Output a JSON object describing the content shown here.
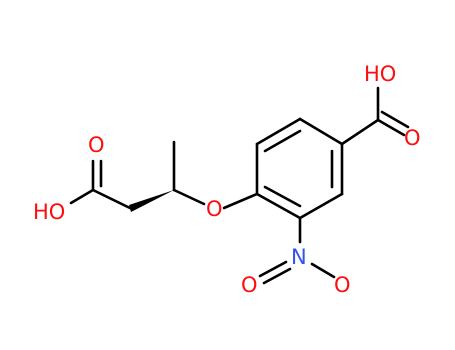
{
  "colors": {
    "bond": "#000000",
    "oxygen": "#ff0d0d",
    "nitrogen": "#3050f8"
  },
  "atoms": {
    "acid_top_OH": "HO",
    "acid_top_O": "O",
    "acid_left_OH": "HO",
    "acid_left_O": "O",
    "ether_O": "O",
    "nitro_N": "N",
    "nitro_O_left": "O",
    "nitro_O_right": "O"
  }
}
